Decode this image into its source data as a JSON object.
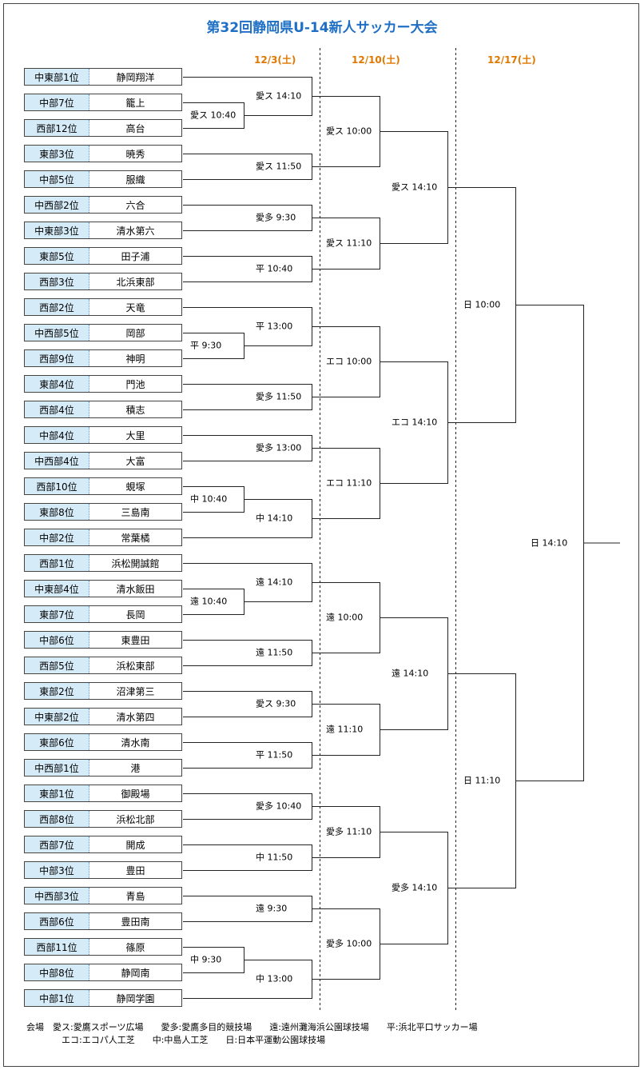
{
  "title": "第32回静岡県U-14新人サッカー大会",
  "dates": [
    "12/3(土)",
    "12/10(土)",
    "12/17(土)"
  ],
  "teams": [
    {
      "rank": "中東部1位",
      "name": "静岡翔洋"
    },
    {
      "rank": "中部7位",
      "name": "籠上"
    },
    {
      "rank": "西部12位",
      "name": "高台"
    },
    {
      "rank": "東部3位",
      "name": "暁秀"
    },
    {
      "rank": "中部5位",
      "name": "服織"
    },
    {
      "rank": "中西部2位",
      "name": "六合"
    },
    {
      "rank": "中東部3位",
      "name": "清水第六"
    },
    {
      "rank": "東部5位",
      "name": "田子浦"
    },
    {
      "rank": "西部3位",
      "name": "北浜東部"
    },
    {
      "rank": "西部2位",
      "name": "天竜"
    },
    {
      "rank": "中西部5位",
      "name": "岡部"
    },
    {
      "rank": "西部9位",
      "name": "神明"
    },
    {
      "rank": "東部4位",
      "name": "門池"
    },
    {
      "rank": "西部4位",
      "name": "積志"
    },
    {
      "rank": "中部4位",
      "name": "大里"
    },
    {
      "rank": "中西部4位",
      "name": "大富"
    },
    {
      "rank": "西部10位",
      "name": "蜆塚"
    },
    {
      "rank": "東部8位",
      "name": "三島南"
    },
    {
      "rank": "中部2位",
      "name": "常葉橘"
    },
    {
      "rank": "西部1位",
      "name": "浜松開誠館"
    },
    {
      "rank": "中東部4位",
      "name": "清水飯田"
    },
    {
      "rank": "東部7位",
      "name": "長岡"
    },
    {
      "rank": "中部6位",
      "name": "東豊田"
    },
    {
      "rank": "西部5位",
      "name": "浜松東部"
    },
    {
      "rank": "東部2位",
      "name": "沼津第三"
    },
    {
      "rank": "中東部2位",
      "name": "清水第四"
    },
    {
      "rank": "東部6位",
      "name": "清水南"
    },
    {
      "rank": "中西部1位",
      "name": "港"
    },
    {
      "rank": "東部1位",
      "name": "御殿場"
    },
    {
      "rank": "西部8位",
      "name": "浜松北部"
    },
    {
      "rank": "西部7位",
      "name": "開成"
    },
    {
      "rank": "中部3位",
      "name": "豊田"
    },
    {
      "rank": "中西部3位",
      "name": "青島"
    },
    {
      "rank": "西部6位",
      "name": "豊田南"
    },
    {
      "rank": "西部11位",
      "name": "篠原"
    },
    {
      "rank": "中部8位",
      "name": "静岡南"
    },
    {
      "rank": "中部1位",
      "name": "静岡学園"
    }
  ],
  "matches": {
    "pre1": "愛ス 10:40",
    "pre2": "平 9:30",
    "pre3": "中 10:40",
    "pre4": "遠 10:40",
    "pre5": "中 9:30",
    "r1_1": "愛ス 14:10",
    "r1_2": "愛ス 11:50",
    "r1_3": "愛多 9:30",
    "r1_4": "平 10:40",
    "r1_5": "平 13:00",
    "r1_6": "愛多 11:50",
    "r1_7": "愛多 13:00",
    "r1_8": "中 14:10",
    "r1_9": "遠 14:10",
    "r1_10": "遠 11:50",
    "r1_11": "愛ス 9:30",
    "r1_12": "平 11:50",
    "r1_13": "愛多 10:40",
    "r1_14": "中 11:50",
    "r1_15": "遠 9:30",
    "r1_16": "中 13:00",
    "r2_1": "愛ス 10:00",
    "r2_2": "愛ス 11:10",
    "r2_3": "エコ 10:00",
    "r2_4": "エコ 11:10",
    "r2_5": "遠 10:00",
    "r2_6": "遠 11:10",
    "r2_7": "愛多 11:10",
    "r2_8": "愛多 10:00",
    "r3_1": "愛ス 14:10",
    "r3_2": "エコ 14:10",
    "r3_3": "遠 14:10",
    "r3_4": "愛多 14:10",
    "sf1": "日 10:00",
    "sf2": "日 11:10",
    "final": "日 14:10"
  },
  "legend": {
    "line1": "会場　愛ス:愛鷹スポーツ広場　　愛多:愛鷹多目的競技場　　遠:遠州灘海浜公園球技場　　平:浜北平口サッカー場",
    "line2": "　　　　エコ:エコパ人工芝　　中:中島人工芝　　日:日本平運動公園球技場"
  },
  "colors": {
    "title": "#1f6fc4",
    "date": "#e07800",
    "rank_bg": "#d6ebf8"
  }
}
